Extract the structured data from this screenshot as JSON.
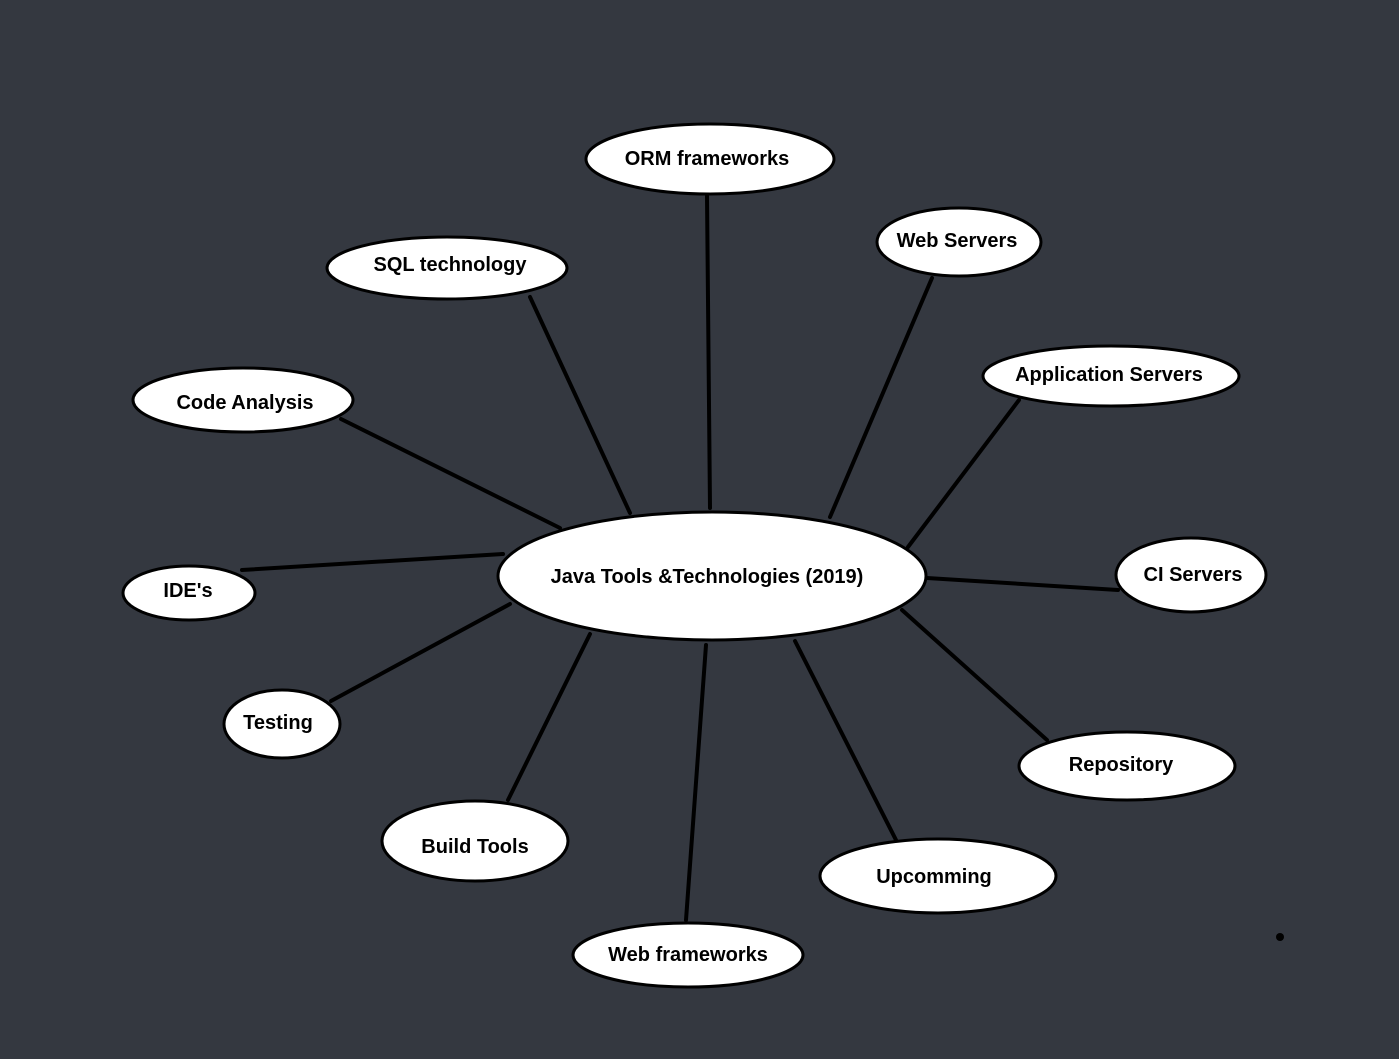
{
  "diagram": {
    "center": {
      "label": "Java Tools &Technologies (2019)"
    },
    "nodes": [
      {
        "id": "orm",
        "label": "ORM frameworks"
      },
      {
        "id": "web-servers",
        "label": "Web Servers"
      },
      {
        "id": "sql",
        "label": "SQL technology"
      },
      {
        "id": "app-servers",
        "label": "Application Servers"
      },
      {
        "id": "code-analysis",
        "label": "Code Analysis"
      },
      {
        "id": "ci-servers",
        "label": "CI Servers"
      },
      {
        "id": "ides",
        "label": "IDE's"
      },
      {
        "id": "testing",
        "label": "Testing"
      },
      {
        "id": "repository",
        "label": "Repository"
      },
      {
        "id": "build-tools",
        "label": "Build Tools"
      },
      {
        "id": "upcomming",
        "label": "Upcomming"
      },
      {
        "id": "web-frameworks",
        "label": "Web frameworks"
      }
    ],
    "colors": {
      "background": "#343840",
      "node_fill": "#ffffff",
      "stroke": "#000000"
    }
  }
}
